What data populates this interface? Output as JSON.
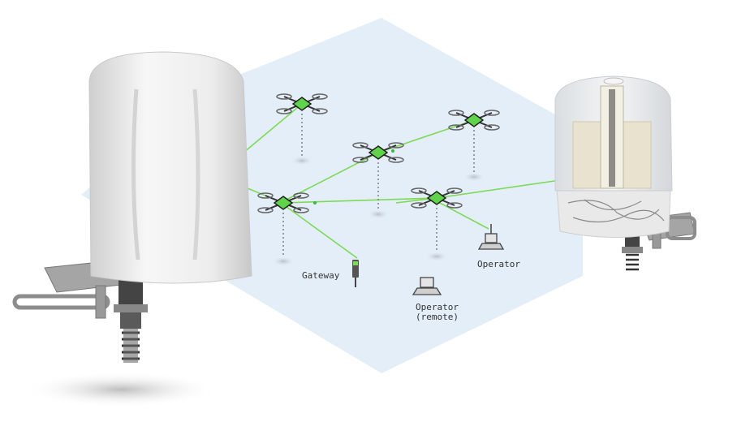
{
  "colors": {
    "background": "#ffffff",
    "network_area": "#e4eef9",
    "link": "#7ed957",
    "node_center": "#39b54a",
    "drone_arm": "#333333",
    "enclosure": "#f2f2f2",
    "bracket": "#9a9a9a",
    "connector": "#555555"
  },
  "devices": {
    "left": {
      "name": "antenna-enclosure-closed",
      "icon": "antenna-enclosure-icon"
    },
    "right": {
      "name": "antenna-enclosure-open",
      "icon": "antenna-enclosure-open-icon"
    }
  },
  "network": {
    "nodes": [
      {
        "id": "drone-a",
        "icon": "drone-icon"
      },
      {
        "id": "drone-b",
        "icon": "drone-icon"
      },
      {
        "id": "drone-c",
        "icon": "drone-icon"
      },
      {
        "id": "drone-d",
        "icon": "drone-icon"
      },
      {
        "id": "drone-e",
        "icon": "drone-icon"
      },
      {
        "id": "drone-f",
        "icon": "drone-icon"
      }
    ],
    "ground_stations": [
      {
        "id": "gateway",
        "label": "Gateway",
        "icon": "gateway-icon"
      },
      {
        "id": "operator",
        "label": "Operator",
        "icon": "laptop-icon"
      },
      {
        "id": "operator-remote",
        "label_line1": "Operator",
        "label_line2": "(remote)",
        "icon": "laptop-icon"
      }
    ]
  }
}
